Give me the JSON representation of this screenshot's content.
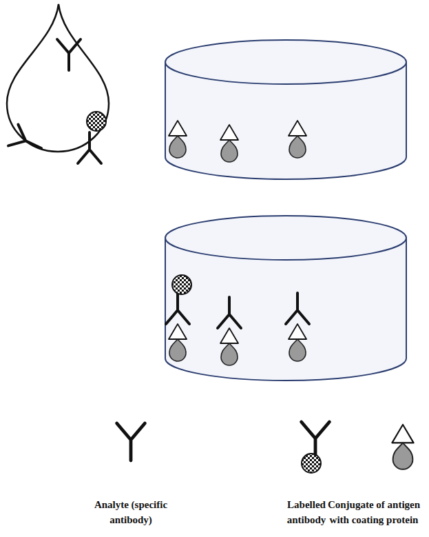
{
  "diagram": {
    "legend": [
      {
        "text": "Analyte (specific antibody)"
      },
      {
        "text": "Labelled antibody"
      },
      {
        "text": "Conjugate of antigen with coating protein"
      }
    ]
  }
}
